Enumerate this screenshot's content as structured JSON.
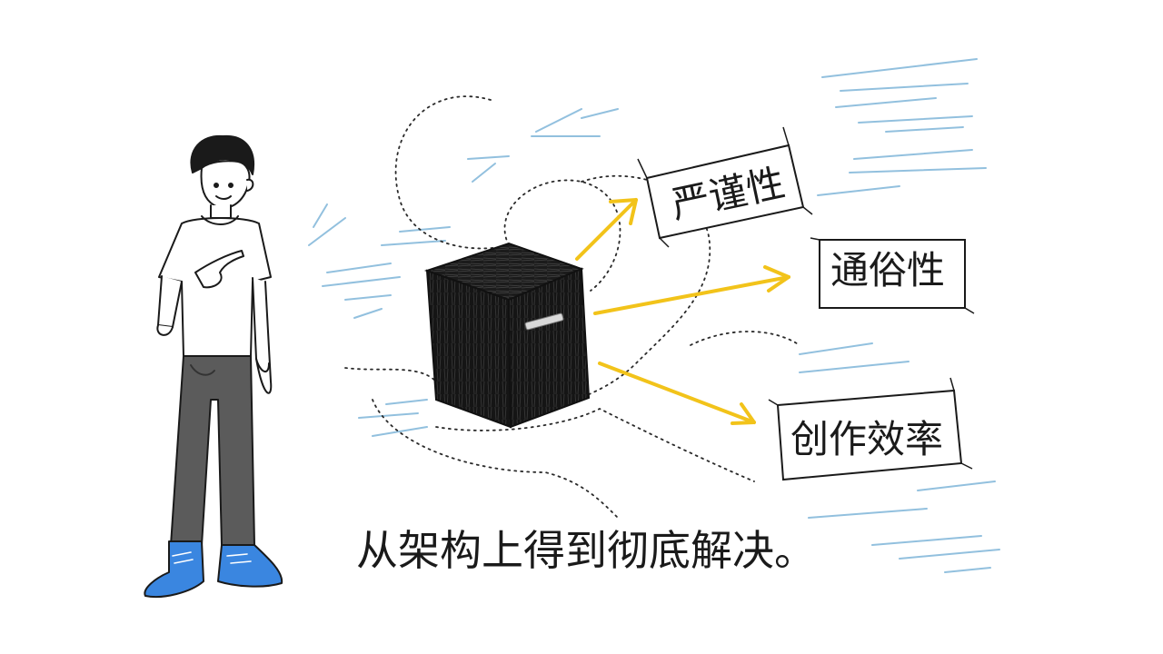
{
  "labels": {
    "rigor": "严谨性",
    "accessibility": "通俗性",
    "efficiency": "创作效率"
  },
  "caption": "从架构上得到彻底解决。",
  "colors": {
    "ink": "#1a1a1a",
    "arrow_yellow": "#f2c31a",
    "sketch_blue": "#7fb6d9",
    "cube_black": "#141414",
    "shoe_blue": "#3a86e0",
    "pants_gray": "#5b5b5b"
  }
}
